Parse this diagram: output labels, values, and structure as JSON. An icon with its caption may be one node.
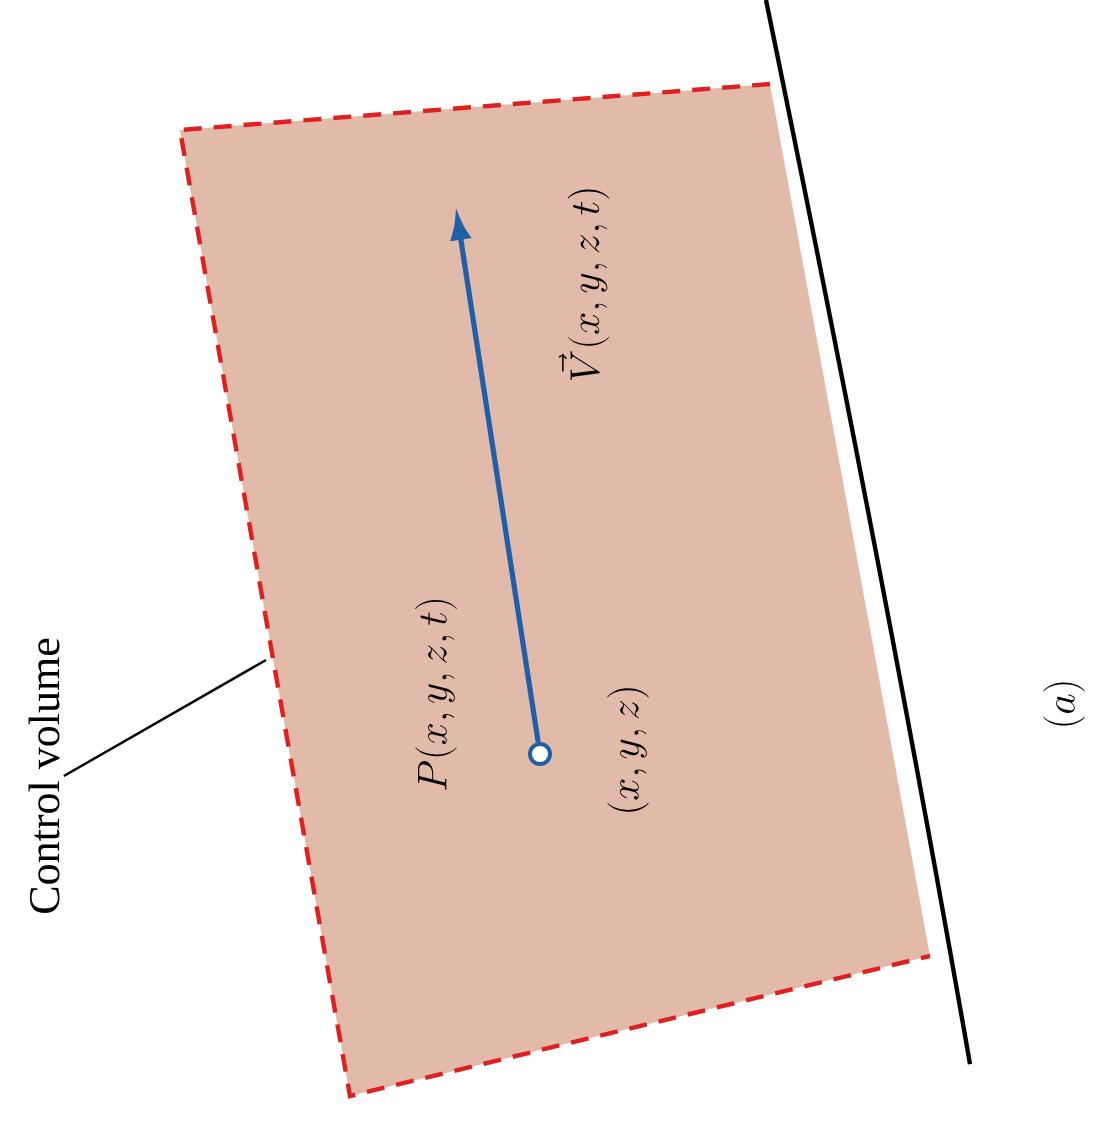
{
  "diagram": {
    "nodes": [
      {
        "text": [],
        "shape": "box"
      },
      {
        "text": [
          "Control volume"
        ]
      },
      {
        "text": [],
        "shape": "circle",
        "in": 0,
        "beside": [
          "P(x, y, z, t)",
          "(x, y, z)"
        ]
      }
    ],
    "edges": [
      {
        "from": 1,
        "to": 0,
        "arrow": "none"
      },
      {
        "from": 2,
        "to": null,
        "arrow": "to",
        "label": "\\vec{V}(x, y, z, t)",
        "color": "#1f5fa8"
      }
    ],
    "labels": [
      "(a)"
    ]
  }
}
